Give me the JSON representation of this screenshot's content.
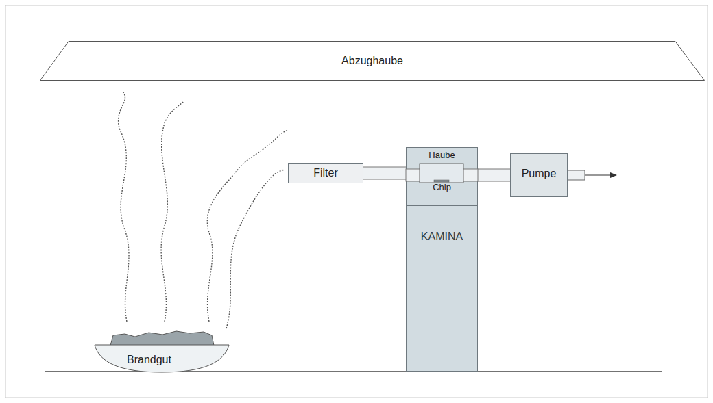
{
  "diagram": {
    "nodes": [
      {
        "text": [
          "Abzughaube"
        ]
      },
      {
        "text": [
          "Brandgut"
        ]
      },
      {
        "text": [
          "Filter"
        ]
      },
      {
        "text": [
          "Haube",
          "Chip"
        ]
      },
      {
        "text": [
          "KAMINA"
        ]
      },
      {
        "text": [
          "Pumpe"
        ]
      }
    ],
    "edges": [
      {
        "from": 2,
        "to": 3,
        "arrow": "none"
      },
      {
        "from": 3,
        "to": 5,
        "arrow": "none"
      }
    ]
  }
}
